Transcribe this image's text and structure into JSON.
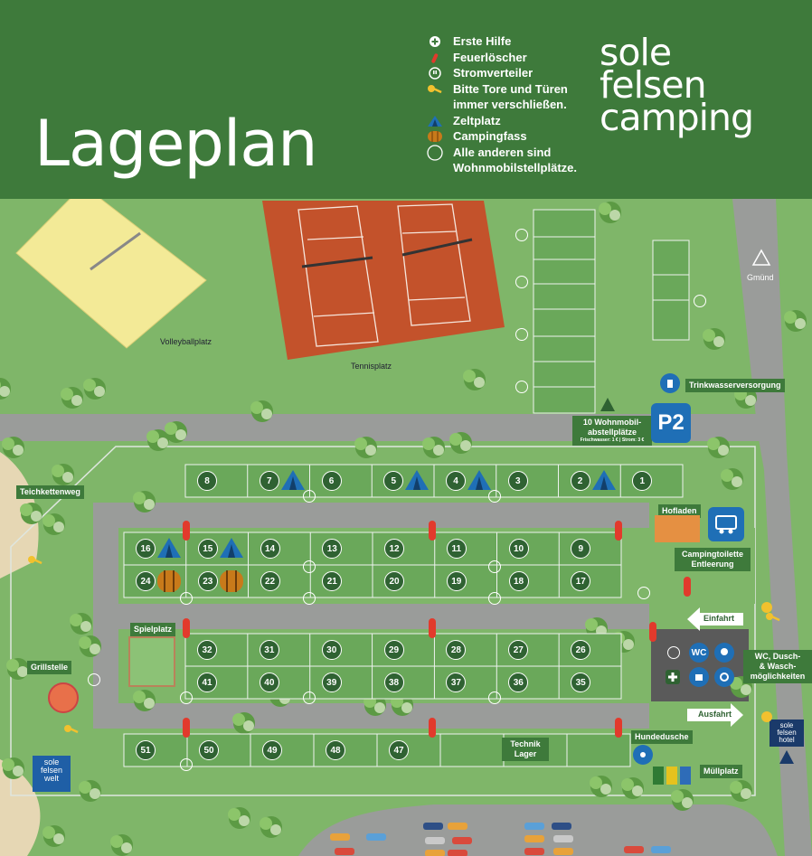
{
  "header": {
    "title": "Lageplan",
    "logo": [
      "sole",
      "felsen",
      "camping"
    ]
  },
  "legend": [
    {
      "icon": "first-aid-icon",
      "label": "Erste Hilfe"
    },
    {
      "icon": "fire-extinguisher-icon",
      "label": "Feuerlöscher"
    },
    {
      "icon": "power-plug-icon",
      "label": "Stromverteiler"
    },
    {
      "icon": "key-icon",
      "label": "Bitte Tore und Türen"
    },
    {
      "icon": "",
      "label": "immer verschließen."
    },
    {
      "icon": "tent-icon",
      "label": "Zeltplatz"
    },
    {
      "icon": "barrel-icon",
      "label": "Campingfass"
    },
    {
      "icon": "circle-icon",
      "label": "Alle anderen sind"
    },
    {
      "icon": "",
      "label": "Wohnmobilstellplätze."
    }
  ],
  "places": {
    "volleyball": "Volleyballplatz",
    "tennis": "Tennisplatz",
    "gmuend": "Gmünd",
    "trinkwasser": "Trinkwasserversorgung",
    "wohnmobil_title": "10 Wohnmobil-",
    "wohnmobil_title2": "abstellplätze",
    "wohnmobil_sub": "Frischwasser: 1 € | Strom: 3 €",
    "parking": "P2",
    "teichkettenweg": "Teichkettenweg",
    "hofladen": "Hofladen",
    "toilette": "Campingtoilette",
    "toilette2": "Entleerung",
    "einfahrt": "Einfahrt",
    "ausfahrt": "Ausfahrt",
    "wc_title": "WC, Dusch-",
    "wc_title2": "& Wasch-",
    "wc_title3": "möglichkeiten",
    "spielplatz": "Spielplatz",
    "grillstelle": "Grillstelle",
    "technik": "Technik",
    "technik2": "Lager",
    "hundedusche": "Hundedusche",
    "muellplatz": "Müllplatz",
    "wc_badge": "WC",
    "welt_logo": [
      "sole",
      "felsen",
      "welt"
    ],
    "hotel_logo": [
      "sole",
      "felsen",
      "hotel"
    ]
  },
  "pitches": {
    "row1": [
      "8",
      "7",
      "6",
      "5",
      "4",
      "3",
      "2",
      "1"
    ],
    "row2": [
      "16",
      "15",
      "14",
      "13",
      "12",
      "11",
      "10",
      "9"
    ],
    "row3": [
      "24",
      "23",
      "22",
      "21",
      "20",
      "19",
      "18",
      "17"
    ],
    "row4": [
      "32",
      "31",
      "30",
      "29",
      "28",
      "27",
      "26"
    ],
    "row5": [
      "41",
      "40",
      "39",
      "38",
      "37",
      "36",
      "35"
    ],
    "row6": [
      "51",
      "50",
      "49",
      "48",
      "47"
    ]
  },
  "colors": {
    "header": "#3e7a3b",
    "grass": "#7fb669",
    "road": "#9a9c9a",
    "pitch": "#6aa85a",
    "tennis": "#c3522b",
    "volleyball": "#f3ea97",
    "service": "#1f6fb6"
  }
}
